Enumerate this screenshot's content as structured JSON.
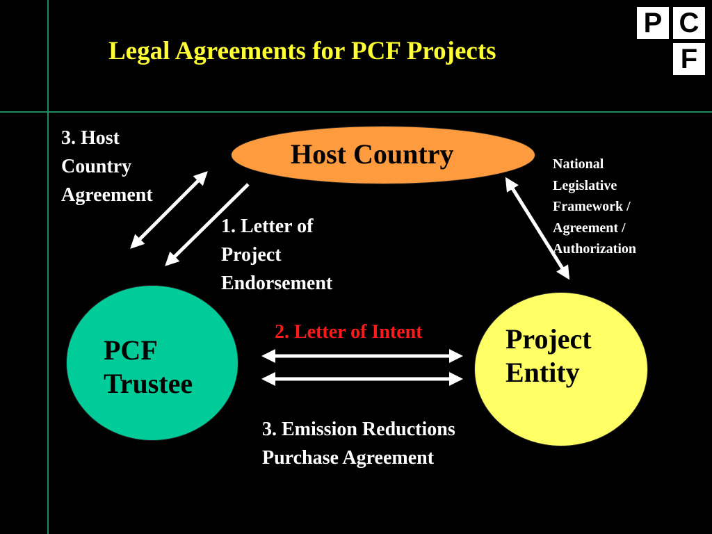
{
  "title": "Legal Agreements for PCF Projects",
  "logo": {
    "letters": [
      "P",
      "C",
      "F"
    ]
  },
  "nodes": {
    "host": "Host Country",
    "pcf": [
      "PCF",
      "Trustee"
    ],
    "entity": [
      "Project",
      "Entity"
    ]
  },
  "labels": {
    "host_agreement": [
      "3. Host",
      "Country",
      "Agreement"
    ],
    "endorsement": [
      "1. Letter of",
      "Project",
      "Endorsement"
    ],
    "national": [
      "National",
      "Legislative",
      "Framework /",
      "Agreement  /",
      "Authorization"
    ],
    "intent": "2. Letter of Intent",
    "erpa": [
      "3. Emission Reductions",
      "Purchase Agreement"
    ]
  },
  "colors": {
    "title": "#ffff33",
    "host_fill": "#ff9b3f",
    "pcf_fill": "#00cc99",
    "entity_fill": "#ffff66",
    "intent_text": "#ff1a1a",
    "rule": "#1f8a5f"
  }
}
